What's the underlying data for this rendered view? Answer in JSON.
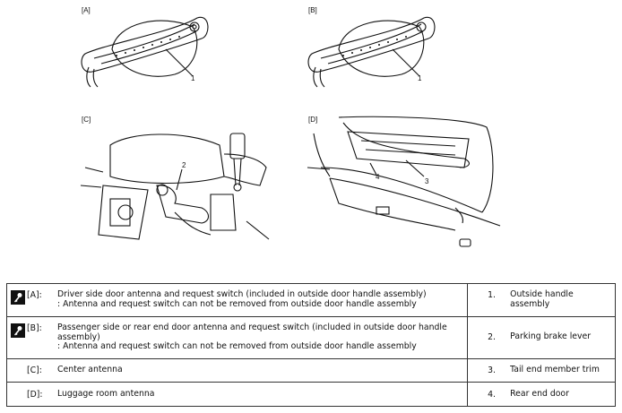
{
  "figures": {
    "A": {
      "label": "[A]",
      "callouts": [
        "1"
      ]
    },
    "B": {
      "label": "[B]",
      "callouts": [
        "1"
      ]
    },
    "C": {
      "label": "[C]",
      "callouts": [
        "2"
      ]
    },
    "D": {
      "label": "[D]",
      "callouts": [
        "4",
        "3"
      ]
    }
  },
  "legend": {
    "rows": [
      {
        "icon": "key-icon",
        "code": "[A]:",
        "line1": "Driver side door antenna and request switch (included in outside door handle assembly)",
        "line2": ": Antenna and request switch can not be removed from outside door handle assembly",
        "num": "1.",
        "part": "Outside handle assembly"
      },
      {
        "icon": "key-icon",
        "code": "[B]:",
        "line1": "Passenger side or rear end door antenna and request switch (included in outside door handle assembly)",
        "line2": ": Antenna and request switch can not be removed from outside door handle assembly",
        "num": "2.",
        "part": "Parking brake lever"
      },
      {
        "icon": "",
        "code": "[C]:",
        "line1": "Center antenna",
        "line2": "",
        "num": "3.",
        "part": "Tail end member trim"
      },
      {
        "icon": "",
        "code": "[D]:",
        "line1": "Luggage room antenna",
        "line2": "",
        "num": "4.",
        "part": "Rear end door"
      }
    ]
  }
}
